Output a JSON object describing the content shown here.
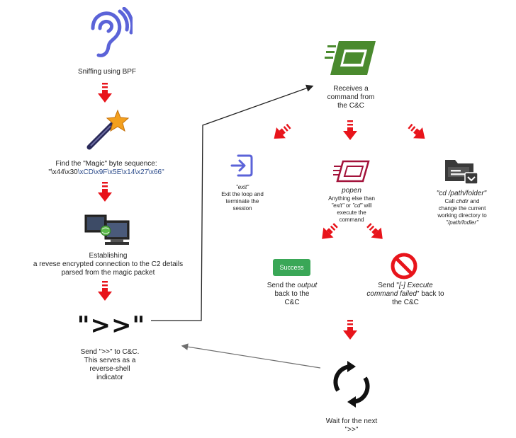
{
  "steps": {
    "sniff": "Sniffing using BPF",
    "find_magic": "Find the \"Magic\" byte sequence:",
    "magic_part1": "\"\\x44\\x30",
    "magic_part2": "\\xCD\\x9F\\x5E\\x14\\x27\\x66\"",
    "establish_line1": "Establishing",
    "establish_line2": "a revese encrypted connection to the C2 details",
    "establish_line3": "parsed from the magic packet",
    "shell_indicator": "\">>\"",
    "send_line1": "Send \">>\" to C&C.",
    "send_line2": "This serves as a",
    "send_line3": "reverse-shell",
    "send_line4": "indicator"
  },
  "receive": {
    "line1": "Receives a",
    "line2": "command from",
    "line3": "the C&C"
  },
  "exit_branch": {
    "title": "\"exit\"",
    "desc_line1": "Exit the loop and",
    "desc_line2": "terminate the",
    "desc_line3": "session"
  },
  "popen_branch": {
    "title": "popen",
    "line1": "Anything else than",
    "line2_a": "\"exit\"",
    "line2_b": " or ",
    "line2_c": "\"cd\"",
    "line2_d": " will",
    "line3": "execute the",
    "line4": "command"
  },
  "cd_branch": {
    "title": "\"cd /path/folder\"",
    "line1_a": "Call ",
    "line1_b": "chdir",
    "line1_c": " and",
    "line2": "change the current",
    "line3": "working directory to",
    "line4": "\"/path/fodler\""
  },
  "success_branch": {
    "badge": "Success",
    "line1_a": "Send the ",
    "line1_b": "output",
    "line2": "back to the",
    "line3": "C&C"
  },
  "fail_branch": {
    "line1_a": "Send \"",
    "line1_b": "[-] Execute",
    "line2_a": "command failed",
    "line2_b": "\" back to",
    "line3": "the C&C"
  },
  "wait": {
    "line1": "Wait for the next",
    "line2": "\">>\""
  },
  "colors": {
    "arrow_red": "#e8141b",
    "icon_blue": "#5b63d8",
    "icon_maroon": "#a3123a",
    "success_green": "#3aa757",
    "terminal_green": "#4a8a2e",
    "line_dark": "#222222",
    "line_gray": "#6e6e6e"
  },
  "icons": [
    "ear-icon",
    "magic-wand-icon",
    "network-computers-icon",
    "terminal-icon",
    "exit-icon",
    "popen-icon",
    "folder-cd-icon",
    "no-entry-icon",
    "sync-icon"
  ]
}
